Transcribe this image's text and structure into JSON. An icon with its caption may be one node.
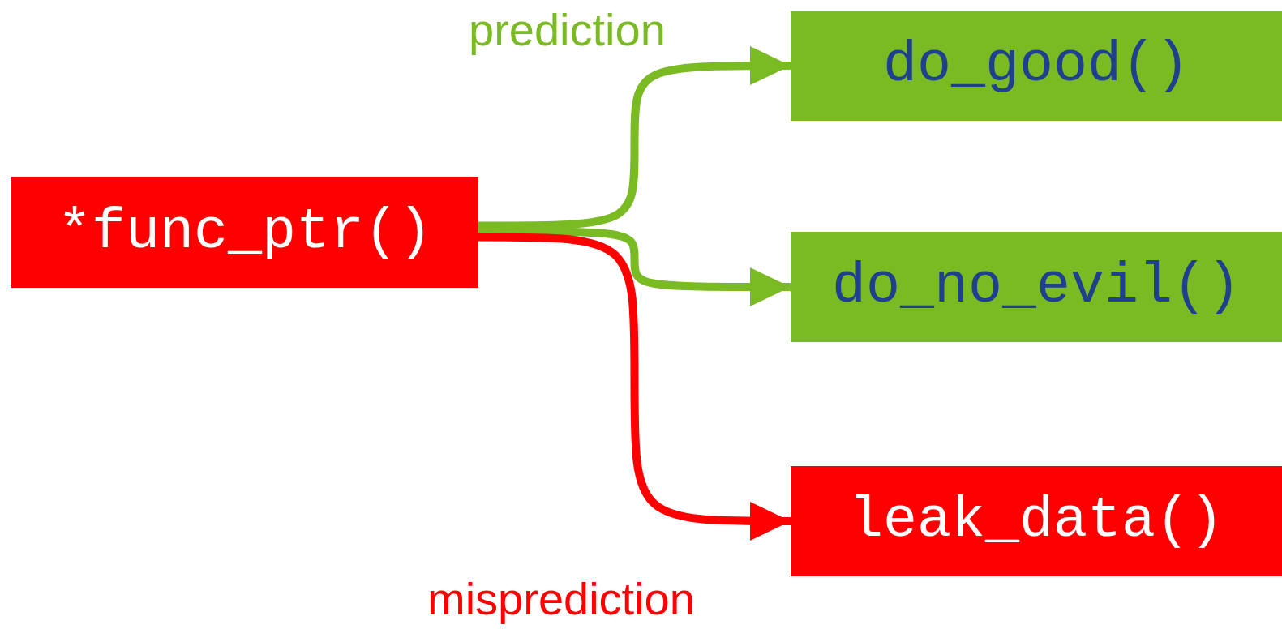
{
  "diagram": {
    "nodes": [
      {
        "text": [
          "*func_ptr()"
        ]
      },
      {
        "text": [
          "do_good()"
        ]
      },
      {
        "text": [
          "do_no_evil()"
        ]
      },
      {
        "text": [
          "leak_data()"
        ]
      }
    ],
    "edges": [
      {
        "from": 0,
        "to": 1,
        "arrow": "to"
      },
      {
        "from": 0,
        "to": 2,
        "arrow": "to"
      },
      {
        "from": 0,
        "to": 3,
        "arrow": "to",
        "color": "#ff0000"
      }
    ],
    "labels": [
      "prediction",
      "misprediction"
    ]
  }
}
